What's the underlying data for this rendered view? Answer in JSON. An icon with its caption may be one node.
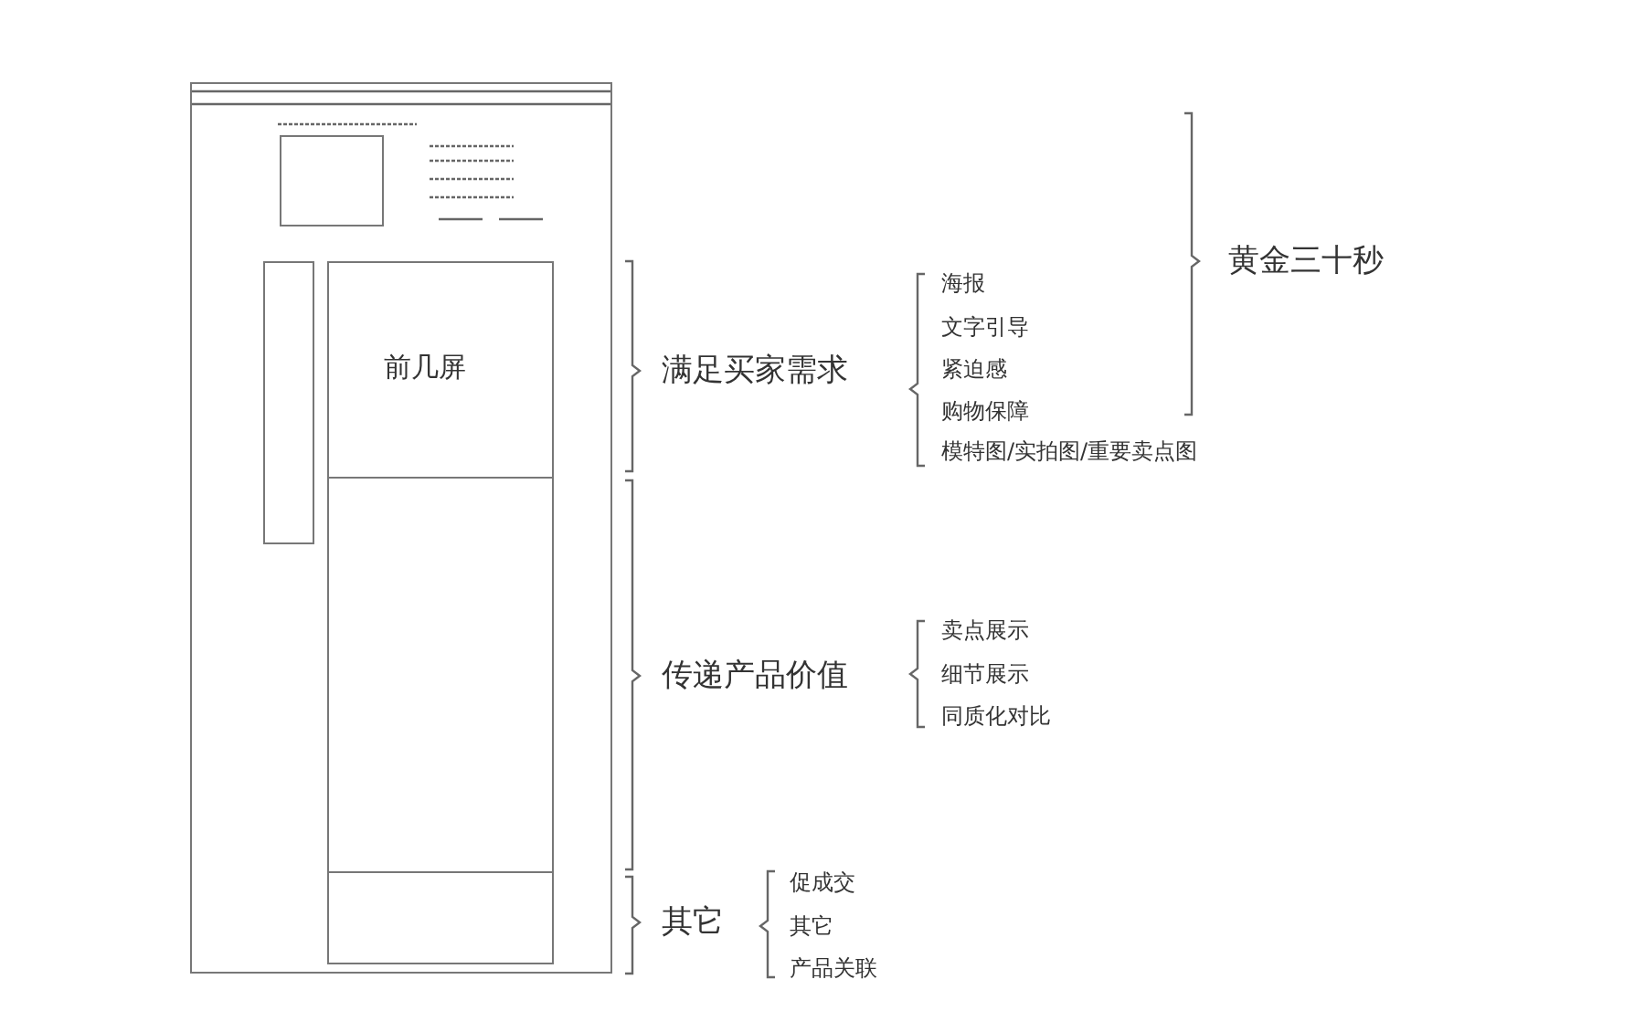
{
  "diagram": {
    "nodes": [
      {
        "text": [],
        "shape": "box"
      },
      {
        "text": [],
        "shape": "box",
        "in": 0
      },
      {
        "text": [],
        "shape": "box",
        "in": 0
      },
      {
        "text": [
          "前几屏"
        ],
        "in": 0
      },
      {
        "text": [],
        "shape": "box",
        "in": 0
      },
      {
        "text": [],
        "shape": "box",
        "in": 0
      }
    ],
    "labels": [
      "黄金三十秒",
      "满足买家需求",
      "海报",
      "文字引导",
      "紧迫感",
      "购物保障",
      "模特图/实拍图/重要卖点图",
      "传递产品价值",
      "卖点展示",
      "细节展示",
      "同质化对比",
      "其它",
      "促成交",
      "其它",
      "产品关联"
    ]
  }
}
